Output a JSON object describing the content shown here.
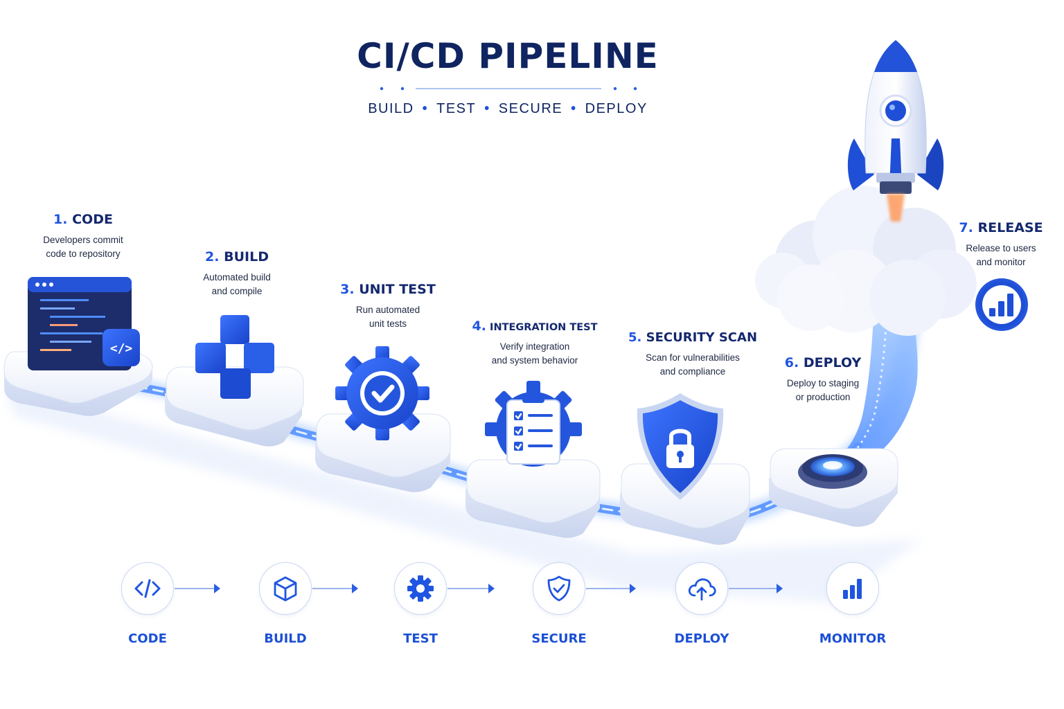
{
  "header": {
    "title": "CI/CD PIPELINE",
    "subtitle_items": [
      "BUILD",
      "TEST",
      "SECURE",
      "DEPLOY"
    ]
  },
  "steps": [
    {
      "num": "1.",
      "name": "CODE",
      "desc": [
        "Developers commit",
        "code to repository"
      ],
      "icon": "code-window-icon"
    },
    {
      "num": "2.",
      "name": "BUILD",
      "desc": [
        "Automated build",
        "and compile"
      ],
      "icon": "cubes-icon"
    },
    {
      "num": "3.",
      "name": "UNIT TEST",
      "desc": [
        "Run automated",
        "unit tests"
      ],
      "icon": "gear-check-icon"
    },
    {
      "num": "4.",
      "name": "INTEGRATION TEST",
      "desc": [
        "Verify integration",
        "and system behavior"
      ],
      "icon": "gear-checklist-icon"
    },
    {
      "num": "5.",
      "name": "SECURITY SCAN",
      "desc": [
        "Scan for vulnerabilities",
        "and compliance"
      ],
      "icon": "shield-lock-icon"
    },
    {
      "num": "6.",
      "name": "DEPLOY",
      "desc": [
        "Deploy to staging",
        "or production"
      ],
      "icon": "launch-pad-icon"
    },
    {
      "num": "7.",
      "name": "RELEASE",
      "desc": [
        "Release to users",
        "and monitor"
      ],
      "icon": "rocket-icon"
    }
  ],
  "flow": [
    {
      "label": "CODE",
      "icon": "code-icon"
    },
    {
      "label": "BUILD",
      "icon": "cube-icon"
    },
    {
      "label": "TEST",
      "icon": "gear-icon"
    },
    {
      "label": "SECURE",
      "icon": "shield-check-icon"
    },
    {
      "label": "DEPLOY",
      "icon": "cloud-upload-icon"
    },
    {
      "label": "MONITOR",
      "icon": "bar-chart-icon"
    }
  ],
  "colors": {
    "title": "#0f2460",
    "accent": "#1f55e0",
    "glow": "#6fb0ff",
    "platform": "#eef2fb"
  }
}
